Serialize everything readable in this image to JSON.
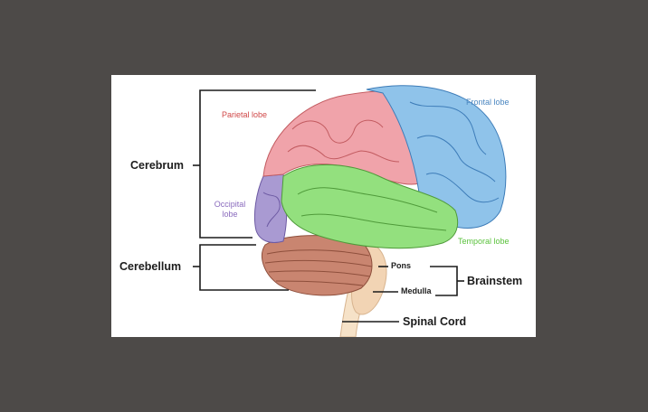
{
  "labels": {
    "frontal_lobe": "Frontal lobe",
    "parietal_lobe": "Parietal lobe",
    "occipital_lobe": "Occipital lobe",
    "temporal_lobe": "Temporal lobe",
    "cerebrum": "Cerebrum",
    "cerebellum": "Cerebellum",
    "pons": "Pons",
    "medulla": "Medulla",
    "brainstem": "Brainstem",
    "spinal_cord": "Spinal Cord"
  },
  "colors": {
    "background": "#4d4a48",
    "panel": "#ffffff",
    "frontal": "#8fc3ea",
    "frontal_text": "#4a86c0",
    "parietal": "#f0a3aa",
    "parietal_text": "#d04848",
    "occipital": "#a99ad2",
    "occipital_text": "#8a6bbd",
    "temporal": "#93e07e",
    "temporal_text": "#5bc23d",
    "cerebellum": "#c98570",
    "brainstem": "#f2d4b4",
    "bracket": "#1c1c1c"
  }
}
